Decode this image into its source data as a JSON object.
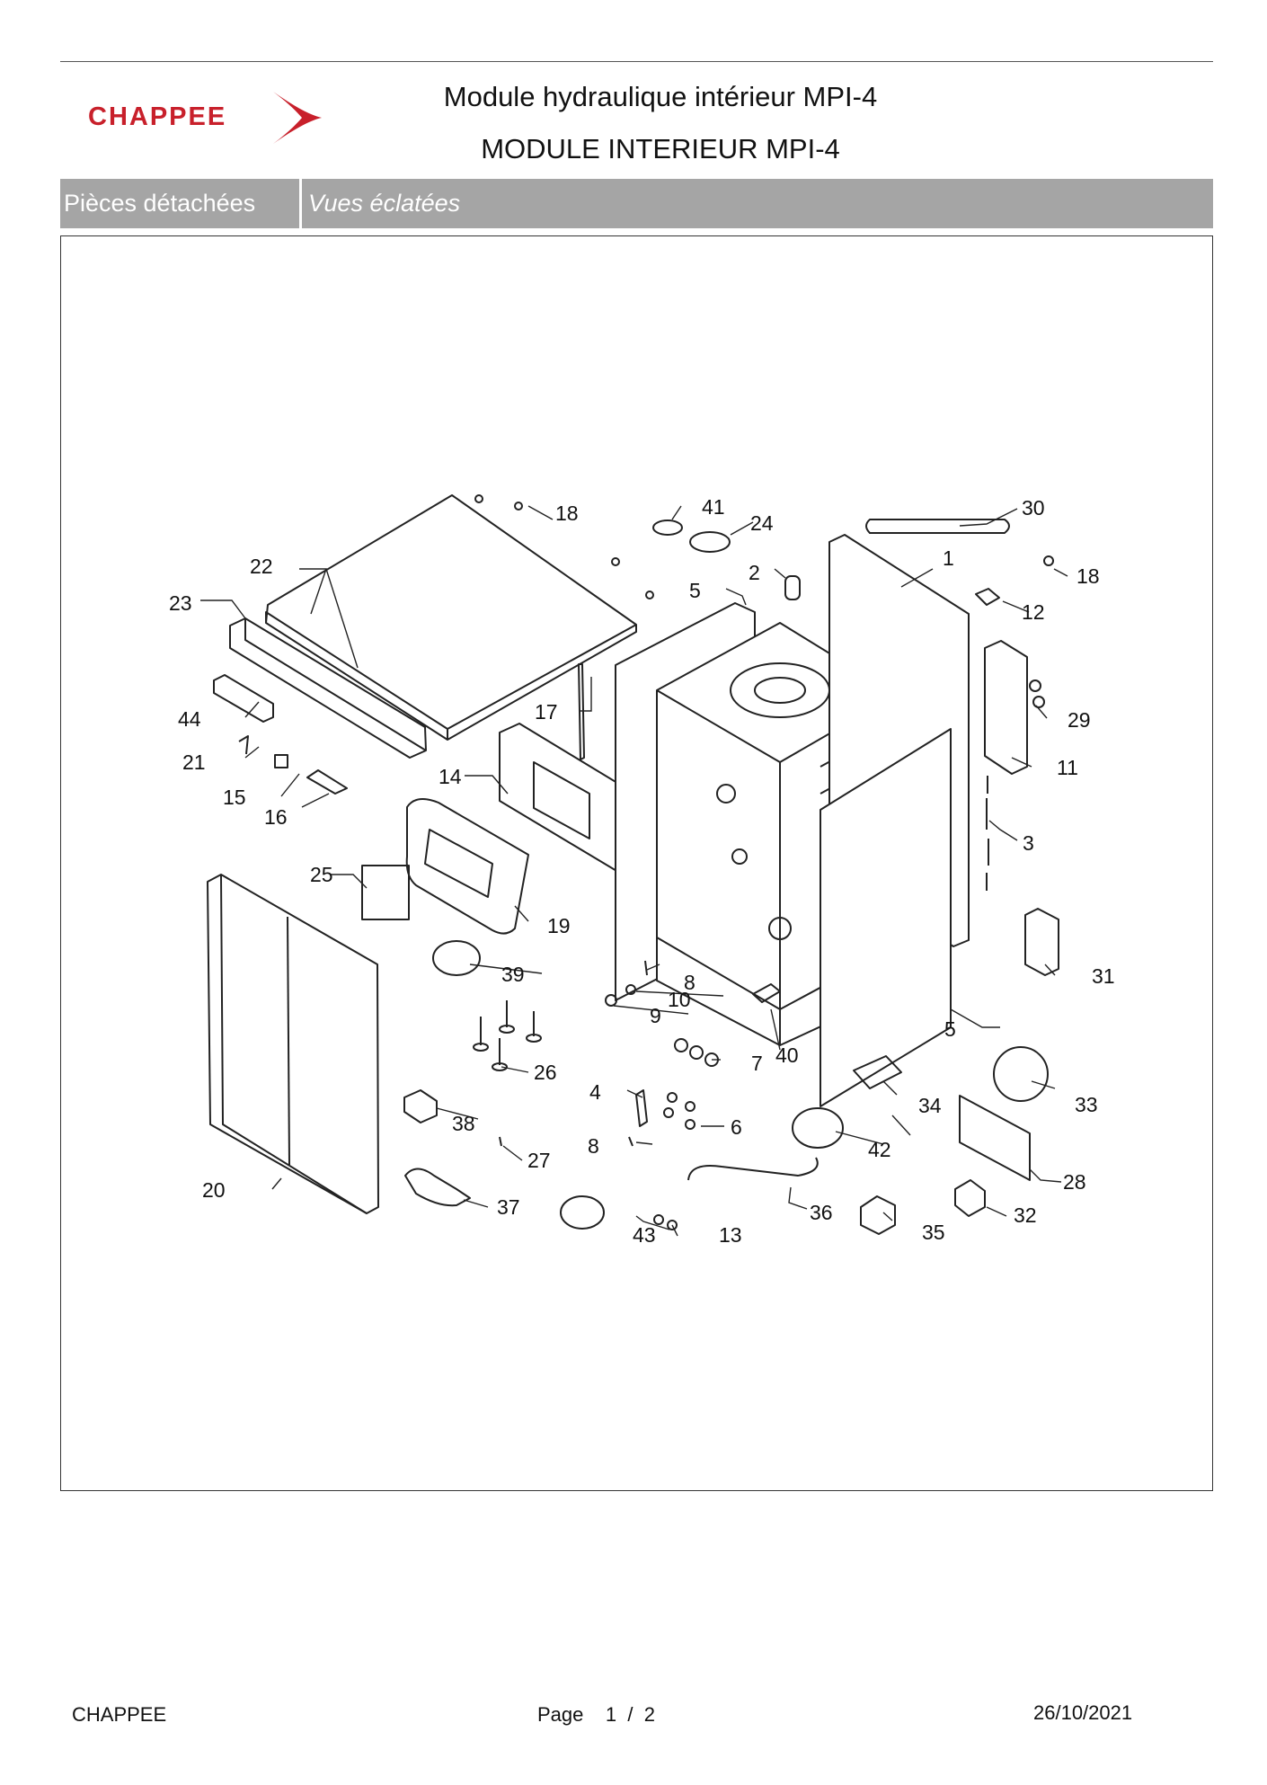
{
  "header": {
    "logo_text": "CHAPPEE",
    "title": "Module hydraulique intérieur MPI-4",
    "subtitle": "MODULE INTERIEUR MPI-4"
  },
  "section_bar": {
    "category": "Pièces détachées",
    "view": "Vues éclatées"
  },
  "diagram": {
    "callouts": [
      "1",
      "2",
      "3",
      "4",
      "5",
      "5",
      "6",
      "7",
      "8",
      "8",
      "9",
      "10",
      "11",
      "12",
      "13",
      "14",
      "15",
      "16",
      "17",
      "18",
      "18",
      "19",
      "20",
      "21",
      "22",
      "23",
      "24",
      "25",
      "26",
      "27",
      "28",
      "29",
      "30",
      "31",
      "32",
      "33",
      "34",
      "35",
      "36",
      "37",
      "38",
      "39",
      "40",
      "41",
      "42",
      "43",
      "44"
    ]
  },
  "footer": {
    "brand": "CHAPPEE",
    "page_label": "Page",
    "page_current": "1",
    "page_separator": "/",
    "page_total": "2",
    "date": "26/10/2021"
  },
  "colors": {
    "brand_red": "#c8202b",
    "bar_gray": "#a5a5a5"
  }
}
